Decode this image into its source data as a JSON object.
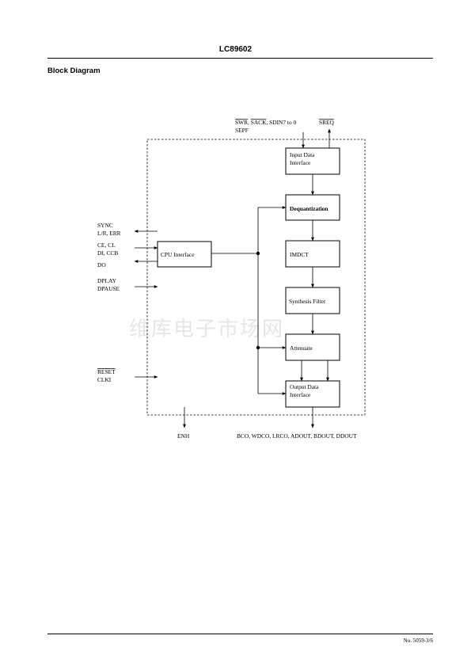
{
  "header": {
    "part_number": "LC89602"
  },
  "section": {
    "heading": "Block Diagram"
  },
  "watermark": "维库电子市场网",
  "blocks": {
    "input_data_interface": [
      "Input Data",
      "Interface"
    ],
    "dequantization": "Dequantization",
    "imdct": "IMDCT",
    "synthesis_filter": "Synthesis Filter",
    "attenuate": "Attenuate",
    "output_data_interface": [
      "Output Data",
      "Interface"
    ],
    "cpu_interface": "CPU Interface"
  },
  "signals": {
    "top_inputs": "SWR, SACK, SDIN7 to 0",
    "top_inputs_2": "SEPF",
    "sreq": "SREQ",
    "sync": "SYNC",
    "lr_err": "L/R, ERR",
    "ce_cl": "CE, CL",
    "di_ccb": "DI, CCB",
    "do": "DO",
    "dplay": "DPLAY",
    "dpause": "DPAUSE",
    "reset": "RESET",
    "clki": "CLKI",
    "enh": "ENH",
    "outputs": "BCO, WDCO, LRCO, ADOUT, BDOUT, DDOUT"
  },
  "footer": {
    "page_ref": "No. 5059-3/6"
  }
}
